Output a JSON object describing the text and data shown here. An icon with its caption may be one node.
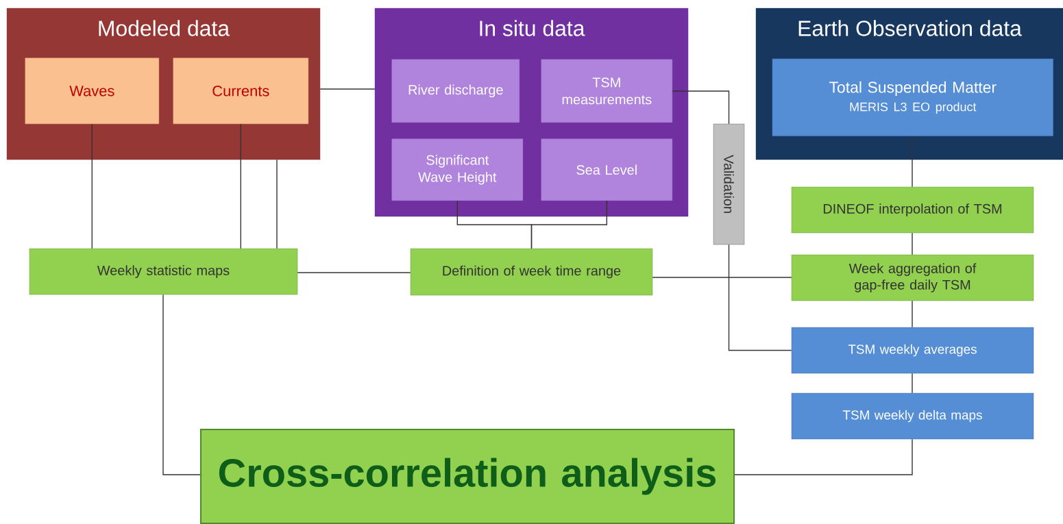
{
  "diagram": {
    "nodes": [
      {
        "text": [
          "Modeled data"
        ]
      },
      {
        "text": [
          "Waves"
        ],
        "in": 0
      },
      {
        "text": [
          "Currents"
        ],
        "in": 0
      },
      {
        "text": [
          "In situ data"
        ]
      },
      {
        "text": [
          "River discharge"
        ],
        "in": 3
      },
      {
        "text": [
          "TSM measurements"
        ],
        "in": 3
      },
      {
        "text": [
          "Significant Wave Height"
        ],
        "in": 3
      },
      {
        "text": [
          "Sea Level"
        ],
        "in": 3
      },
      {
        "text": [
          "Earth Observation data"
        ]
      },
      {
        "text": [
          "Total Suspended Matter",
          "MERIS L3 EO product"
        ],
        "in": 8
      },
      {
        "text": [
          "Validation"
        ]
      },
      {
        "text": [
          "DINEOF interpolation of TSM"
        ]
      },
      {
        "text": [
          "Weekly statistic maps"
        ]
      },
      {
        "text": [
          "Definition of week time range"
        ]
      },
      {
        "text": [
          "Week aggregation of gap-free daily TSM"
        ]
      },
      {
        "text": [
          "TSM weekly averages"
        ]
      },
      {
        "text": [
          "TSM weekly delta maps"
        ]
      },
      {
        "text": [
          "Cross-correlation analysis"
        ]
      }
    ],
    "edges": [
      {
        "from": 0,
        "to": 3,
        "arrow": "none"
      },
      {
        "from": 1,
        "to": 12,
        "arrow": "none"
      },
      {
        "from": 2,
        "to": 12,
        "arrow": "none"
      },
      {
        "from": 0,
        "to": 12,
        "arrow": "none"
      },
      {
        "from": 6,
        "to": 13,
        "arrow": "none"
      },
      {
        "from": 7,
        "to": 13,
        "arrow": "none"
      },
      {
        "from": 12,
        "to": 13,
        "arrow": "none"
      },
      {
        "from": 13,
        "to": 14,
        "arrow": "none"
      },
      {
        "from": 5,
        "to": 10,
        "arrow": "none"
      },
      {
        "from": 10,
        "to": 15,
        "arrow": "none"
      },
      {
        "from": 9,
        "to": 11,
        "arrow": "none"
      },
      {
        "from": 11,
        "to": 14,
        "arrow": "none"
      },
      {
        "from": 14,
        "to": 15,
        "arrow": "none"
      },
      {
        "from": 15,
        "to": 16,
        "arrow": "none"
      },
      {
        "from": 16,
        "to": 17,
        "arrow": "none"
      },
      {
        "from": 12,
        "to": 17,
        "arrow": "none"
      }
    ]
  }
}
